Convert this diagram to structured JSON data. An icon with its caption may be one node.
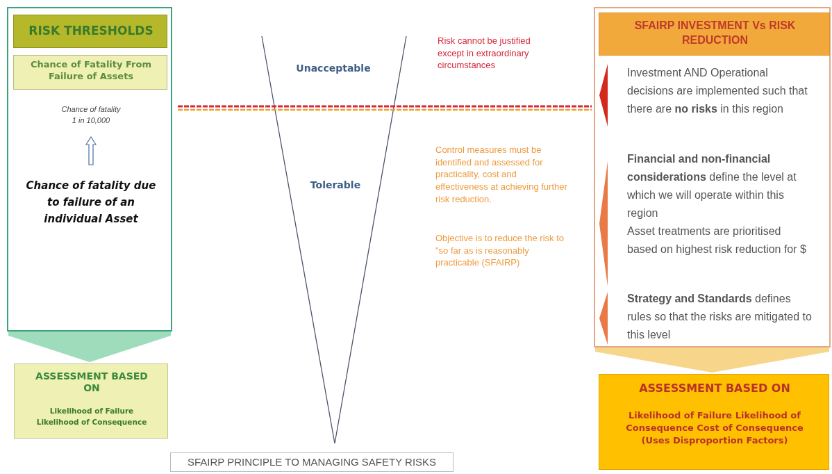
{
  "diagram": {
    "title": "SFAIRP PRINCIPLE TO MANAGING SAFETY RISKS",
    "nodes": [
      {
        "text": [
          "Chance of fatality 1 in 10,000",
          "Chance of fatality due to failure of an individual Asset"
        ]
      },
      {
        "text": [
          "RISK THRESHOLDS"
        ],
        "in": 0
      },
      {
        "text": [
          "Chance of Fatality From Failure of Assets"
        ],
        "in": 0
      },
      {
        "text": [
          "ASSESSMENT BASED ON",
          "Likelihood of Failure Likelihood of Consequence"
        ]
      },
      {
        "text": [
          "Investment AND Operational decisions are implemented such that there are **no risks** in this region",
          "**Financial and non-financial considerations** define the level at which we will operate within this region",
          "Asset treatments are prioritised based on highest risk reduction for $",
          "**Strategy and Standards** defines rules so that the risks are mitigated to this level"
        ]
      },
      {
        "text": [
          "SFAIRP INVESTMENT Vs RISK REDUCTION"
        ],
        "in": 4
      },
      {
        "text": [
          "ASSESSMENT BASED ON",
          "Likelihood of Failure Likelihood of Consequence Cost of Consequence (Uses Disproportion Factors)"
        ]
      }
    ],
    "edges": [
      {
        "from": 0,
        "to": 3,
        "arrow": "to"
      },
      {
        "from": 4,
        "to": 6,
        "arrow": "to"
      }
    ],
    "labels": [
      "Unacceptable",
      "Risk cannot be justified  except in extraordinary circumstances",
      "Tolerable",
      "Control measures must be identified and assessed for practicality, cost and effectiveness at achieving further risk reduction.",
      "Objective is to reduce the risk to \"so far as is reasonably practicable (SFAIRP)"
    ]
  }
}
